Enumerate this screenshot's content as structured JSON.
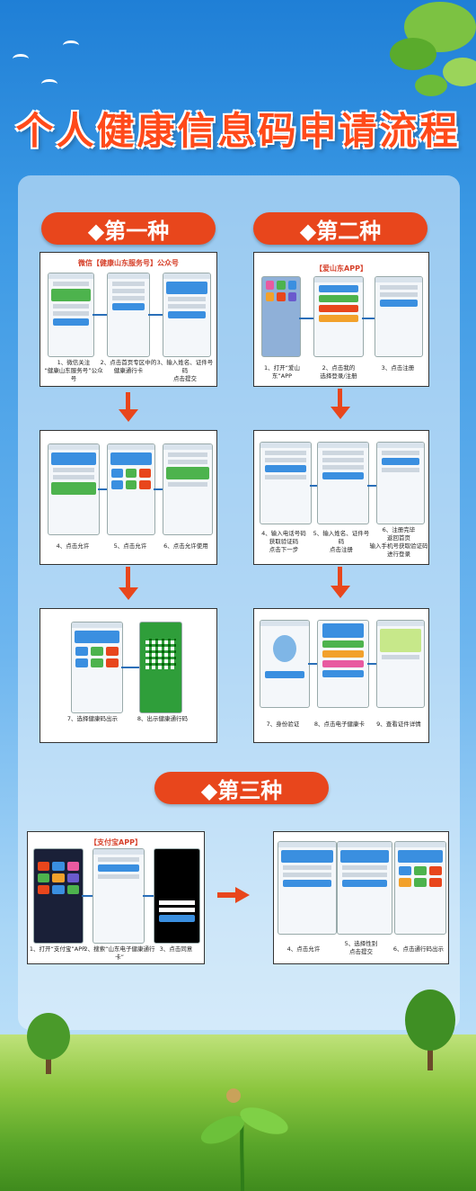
{
  "title": "个人健康信息码申请流程",
  "method1": {
    "label": "◆第一种",
    "subtitle": "微信【健康山东服务号】公众号",
    "row1": [
      "1、微信关注\n“健康山东服务号”公众号",
      "2、点击首页专区中的\n健康通行卡",
      "3、输入姓名、证件号码\n点击提交"
    ],
    "row2": [
      "4、点击允许",
      "5、点击允许",
      "6、点击允许使用"
    ],
    "row3": [
      "7、选择健康码出示",
      "8、出示健康通行码"
    ]
  },
  "method2": {
    "label": "◆第二种",
    "subtitle": "【爱山东APP】",
    "row1": [
      "1、打开“爱山东”APP",
      "2、点击我的\n选择登录/注册",
      "3、点击注册"
    ],
    "row2": [
      "4、输入电话号码\n获取验证码\n点击下一步",
      "5、输入姓名、证件号码\n点击注册",
      "6、注册完毕\n返回首页\n输入手机号获取验证码\n进行登录"
    ],
    "row3": [
      "7、身份验证",
      "8、点击电子健康卡",
      "9、查看证件详情"
    ]
  },
  "method3": {
    "label": "◆第三种",
    "subtitle": "【支付宝APP】",
    "row1": [
      "1、打开“支付宝”APP",
      "2、搜索“山东电子健康通行卡”",
      "3、点击同意"
    ],
    "row2": [
      "4、点击允许",
      "5、选择性别\n点击提交",
      "6、点击通行码出示"
    ]
  }
}
